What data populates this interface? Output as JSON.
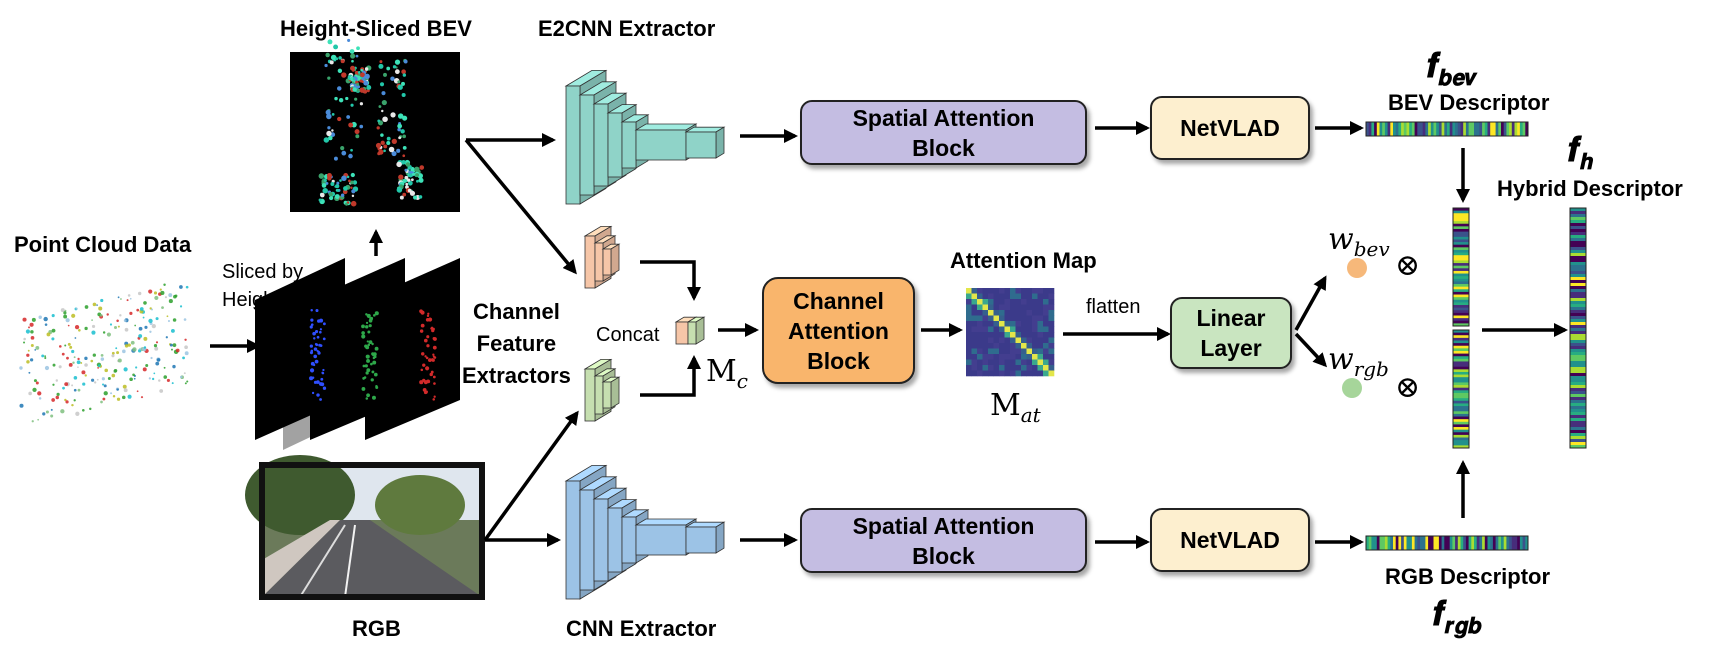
{
  "labels": {
    "height_sliced_bev": "Height-Sliced BEV",
    "e2cnn_extractor": "E2CNN Extractor",
    "point_cloud_data": "Point Cloud Data",
    "sliced_by_height": "Sliced by\nHeight",
    "channel_feature_extractors": "Channel\nFeature\nExtractors",
    "concat": "Concat",
    "attention_map": "Attention Map",
    "flatten": "flatten",
    "bev_descriptor": "BEV Descriptor",
    "hybrid_descriptor": "Hybrid Descriptor",
    "rgb_descriptor": "RGB Descriptor",
    "rgb": "RGB",
    "cnn_extractor": "CNN Extractor"
  },
  "blocks": {
    "spatial_attention_top": "Spatial Attention\nBlock",
    "netvlad_top": "NetVLAD",
    "channel_attention": "Channel\nAttention\nBlock",
    "linear_layer": "Linear\nLayer",
    "spatial_attention_bottom": "Spatial Attention\nBlock",
    "netvlad_bottom": "NetVLAD"
  },
  "symbols": {
    "f_bev": "𝒇",
    "f_bev_sub": "𝒃𝒆𝒗",
    "f_h": "𝒇",
    "f_h_sub": "𝒉",
    "f_rgb": "𝒇",
    "f_rgb_sub": "𝒓𝒈𝒃",
    "m_c": "M",
    "m_c_sub": "c",
    "m_at": "M",
    "m_at_sub": "at",
    "w_bev": "w",
    "w_bev_sub": "bev",
    "w_rgb": "w",
    "w_rgb_sub": "rgb",
    "otimes": "⊗"
  },
  "colors": {
    "e2cnn": "#8fd3c8",
    "cnn": "#9cc3e6",
    "channel_orange": "#f6c6a8",
    "channel_green": "#c6dfb0",
    "spatial_attention": "#c4bde2",
    "netvlad": "#fdefcf",
    "channel_attention": "#f9b56c",
    "linear_layer": "#c9e5c0",
    "w_bev_dot": "#f6b87a",
    "w_rgb_dot": "#a6d59a"
  }
}
